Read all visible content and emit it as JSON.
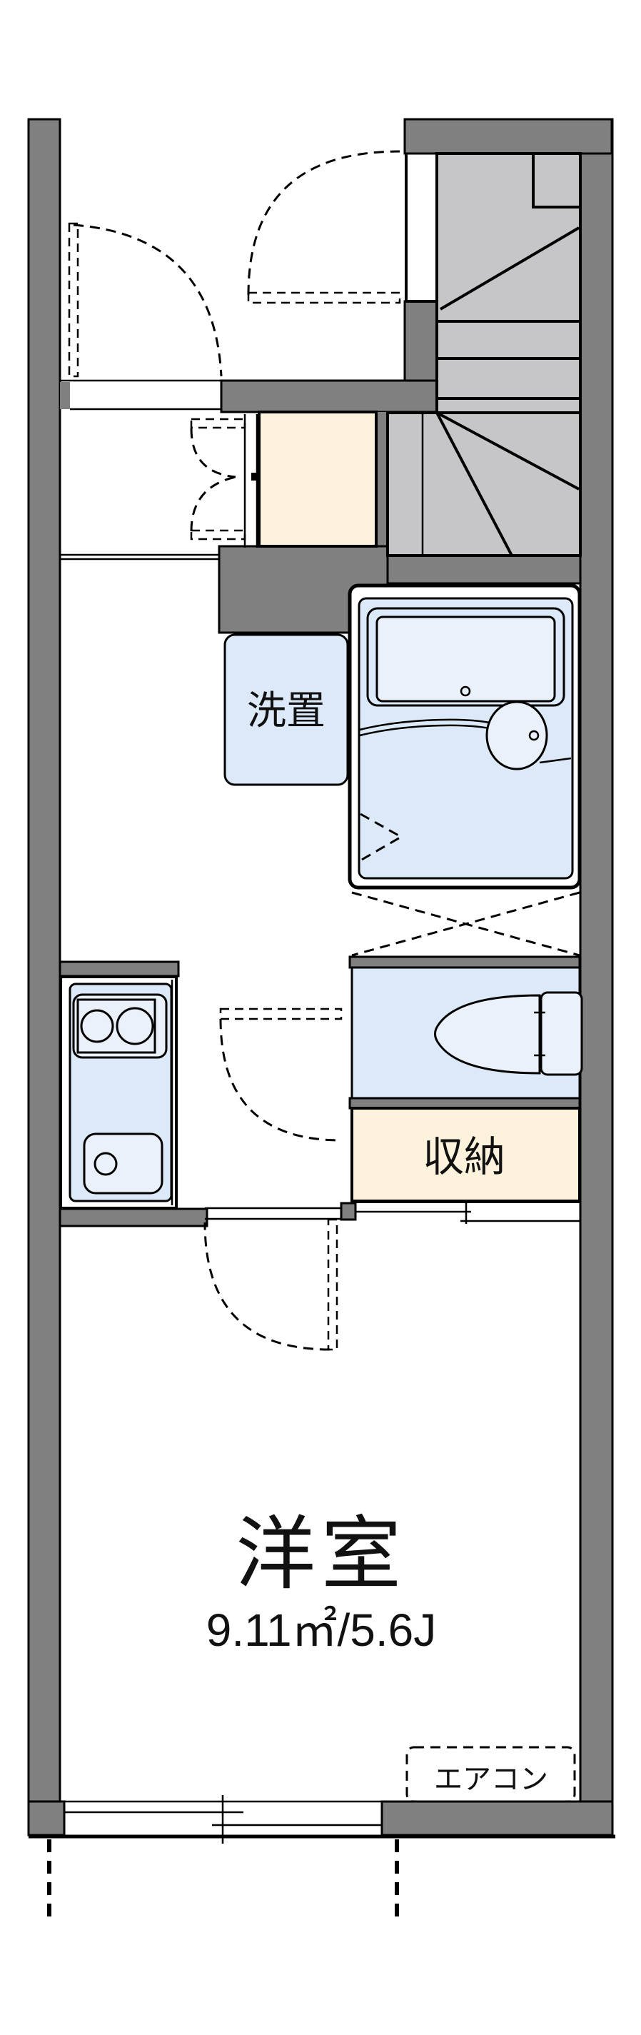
{
  "floorplan": {
    "kind": "japanese-apartment-floor-plan",
    "labels": {
      "washer_space": "洗置",
      "storage": "収納",
      "room_name": "洋室",
      "room_area": "9.11㎡/5.6J",
      "aircon": "エアコン"
    },
    "rooms": [
      {
        "name": "洋室",
        "area_m2": "9.11㎡",
        "area_jo": "5.6J"
      },
      {
        "name": "収納"
      },
      {
        "name": "洗置"
      },
      {
        "name": "玄関"
      },
      {
        "name": "バスルーム"
      },
      {
        "name": "トイレ"
      },
      {
        "name": "キッチン"
      },
      {
        "name": "階段"
      }
    ],
    "features": [
      "staircase-winder",
      "bathtub-unit",
      "washbasin",
      "toilet",
      "kitchen-counter",
      "two-burner-stove",
      "kitchen-sink",
      "entrance-door-swing",
      "stair-door-swing",
      "bifold-closet-doors",
      "room-door-swing",
      "sliding-closet-door",
      "sliding-window",
      "aircon-outline"
    ],
    "colors": {
      "wall": "#808080",
      "stairs": "#c6c6c8",
      "fixture_blue": "#dce9f8",
      "fixture_light": "#eaf1fb",
      "cream": "#fdf3dc",
      "line": "#000000",
      "background": "#ffffff"
    }
  }
}
